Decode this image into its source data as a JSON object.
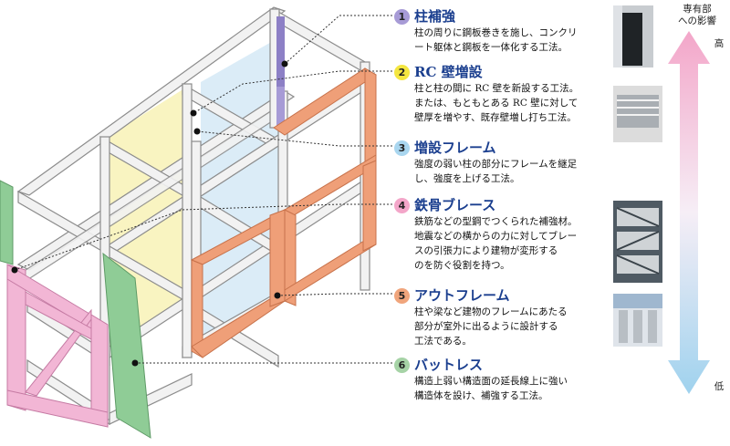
{
  "items": [
    {
      "num": "1",
      "title": "柱補強",
      "desc": "柱の周りに鋼板巻きを施し、コンクリ\nート躯体と鋼板を一体化する工法。",
      "circle_color": "#a79bd6"
    },
    {
      "num": "2",
      "title": "RC 壁増設",
      "desc": "柱と柱の間に RC 壁を新設する工法。\nまたは、もともとある RC 壁に対して\n壁厚を増やす、既存壁増し打ち工法。",
      "circle_color": "#f4e640"
    },
    {
      "num": "3",
      "title": "増設フレーム",
      "desc": "強度の弱い柱の部分にフレームを継足\nし、強度を上げる工法。",
      "circle_color": "#a9d6ef"
    },
    {
      "num": "4",
      "title": "鉄骨ブレース",
      "desc": "鉄筋などの型鋼でつくられた補強材。\n地震などの横からの力に対してブレー\nスの引張力により建物が変形する\nのを防ぐ役割を持つ。",
      "circle_color": "#f3a6c9"
    },
    {
      "num": "5",
      "title": "アウトフレーム",
      "desc": "柱や梁など建物のフレームにあたる\n部分が室外に出るように設計する\n工法である。",
      "circle_color": "#f0a57c"
    },
    {
      "num": "6",
      "title": "バットレス",
      "desc": "構造上弱い構造面の延長線上に強い\n構造体を設け、補強する工法。",
      "circle_color": "#a6d3a6"
    }
  ],
  "scale": {
    "heading": "専有部\nへの影響",
    "high": "高",
    "low": "低"
  },
  "colors": {
    "frame": "#f2f2f2",
    "frame_stroke": "#8c8c8c",
    "column_reinforce": "#8d80c6",
    "rc_wall": "#f8f2b6",
    "added_frame": "#cfe6f4",
    "brace": "#eeb2d2",
    "out_frame": "#ef9f78",
    "buttress": "#8fcc96"
  }
}
